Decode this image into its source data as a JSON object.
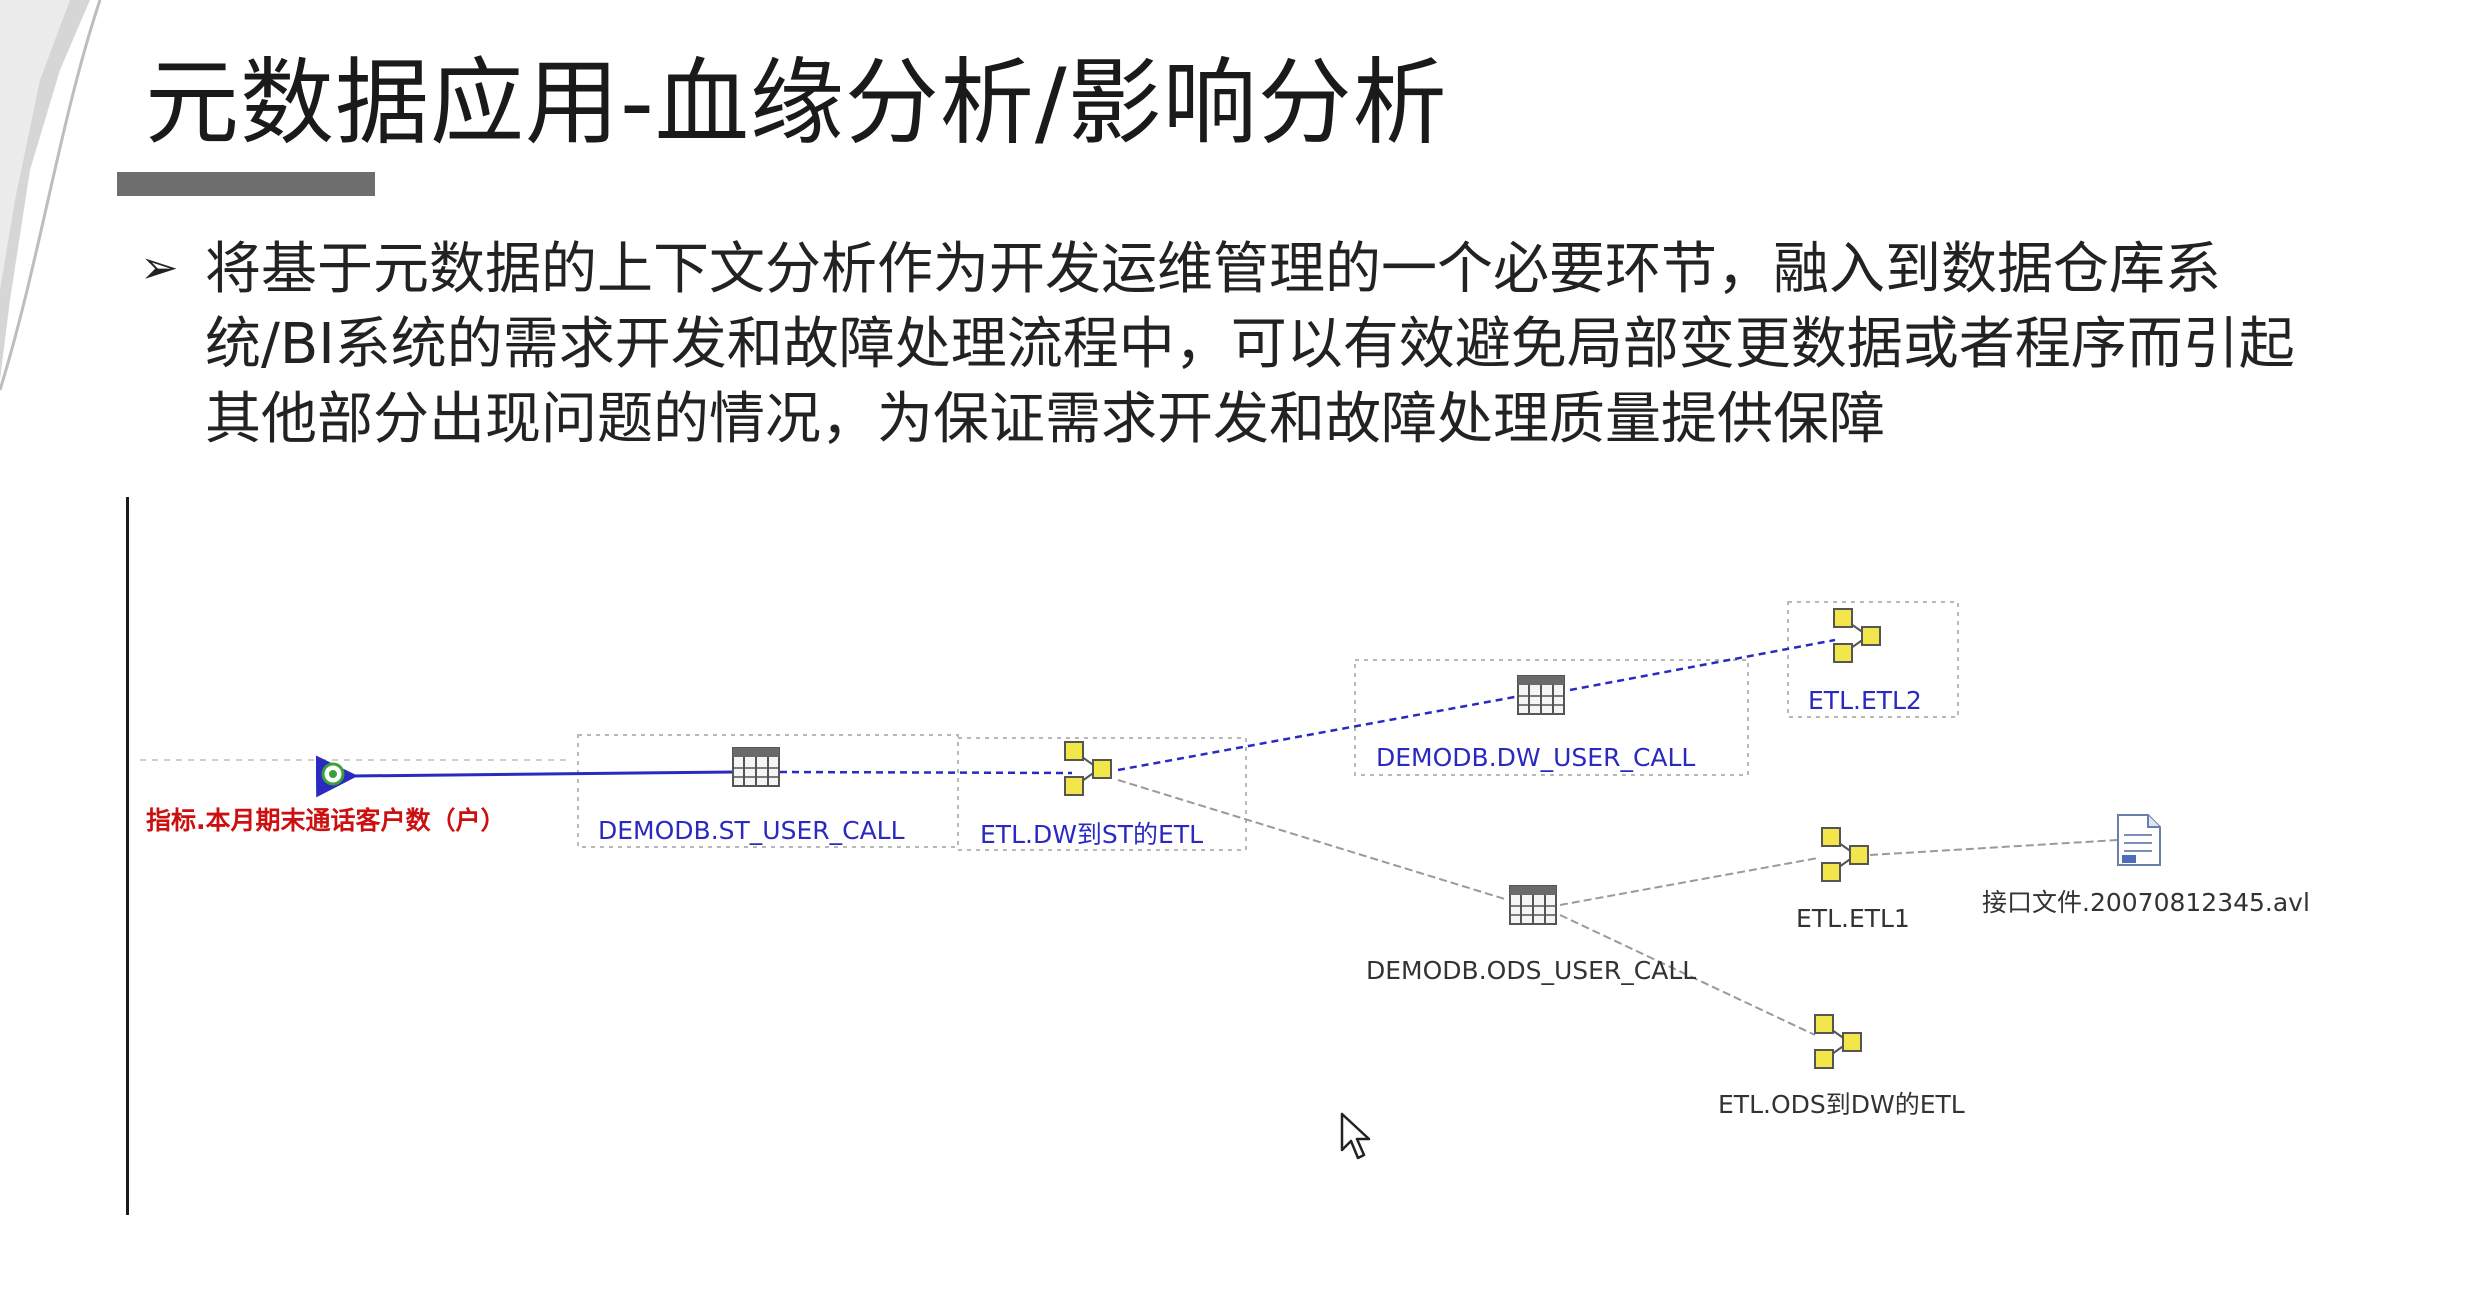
{
  "slide": {
    "title": "元数据应用-血缘分析/影响分析",
    "bullet_marker": "➢",
    "bullet_text": "将基于元数据的上下文分析作为开发运维管理的一个必要环节，融入到数据仓库系统/BI系统的需求开发和故障处理流程中，可以有效避免局部变更数据或者程序而引起其他部分出现问题的情况，为保证需求开发和故障处理质量提供保障"
  },
  "diagram": {
    "indicator_label": "指标.本月期末通话客户数（户）",
    "nodes": {
      "st_user_call": "DEMODB.ST_USER_CALL",
      "etl_dw_st": "ETL.DW到ST的ETL",
      "dw_user_call": "DEMODB.DW_USER_CALL",
      "etl_etl2": "ETL.ETL2",
      "ods_user_call": "DEMODB.ODS_USER_CALL",
      "etl_etl1": "ETL.ETL1",
      "interface_file": "接口文件.20070812345.avl",
      "etl_ods_dw": "ETL.ODS到DW的ETL"
    },
    "icons": {
      "table": "database-table-icon",
      "etl": "etl-process-icon",
      "file": "document-file-icon",
      "indicator": "indicator-target-icon"
    },
    "colors": {
      "lineage_blue": "#2a2ac0",
      "indicator_red": "#cc1010",
      "impact_gray": "#9a9a9a",
      "etl_yellow": "#f2e64a"
    }
  }
}
